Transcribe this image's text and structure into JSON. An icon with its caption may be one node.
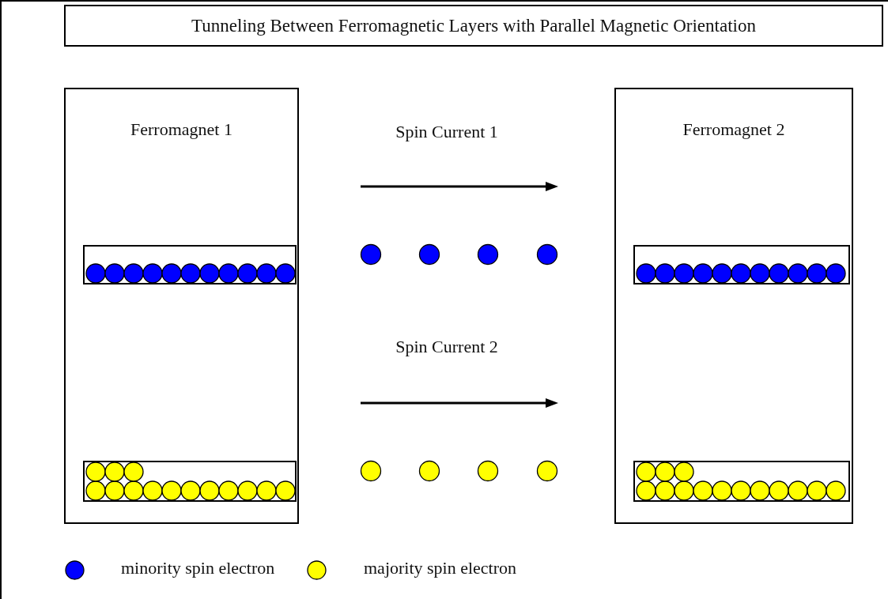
{
  "diagram": {
    "nodes": [
      {
        "text": [
          "Tunneling Between Ferromagnetic Layers with Parallel Magnetic Orientation"
        ]
      },
      {
        "text": [
          "Ferromagnet 1"
        ]
      },
      {
        "text": [],
        "shape": "box",
        "in": 1
      },
      {
        "text": [],
        "shape": "box",
        "in": 1
      },
      {
        "text": [
          "Ferromagnet 2"
        ]
      },
      {
        "text": [],
        "shape": "box",
        "in": 4
      },
      {
        "text": [],
        "shape": "box",
        "in": 4
      }
    ],
    "edges": [],
    "labels": [
      "Spin Current 1",
      "Spin Current 2"
    ],
    "legend": [
      {
        "text": "minority spin electron",
        "color": "#0000ff"
      },
      {
        "text": "majority spin electron",
        "color": "#ffff00"
      }
    ]
  }
}
